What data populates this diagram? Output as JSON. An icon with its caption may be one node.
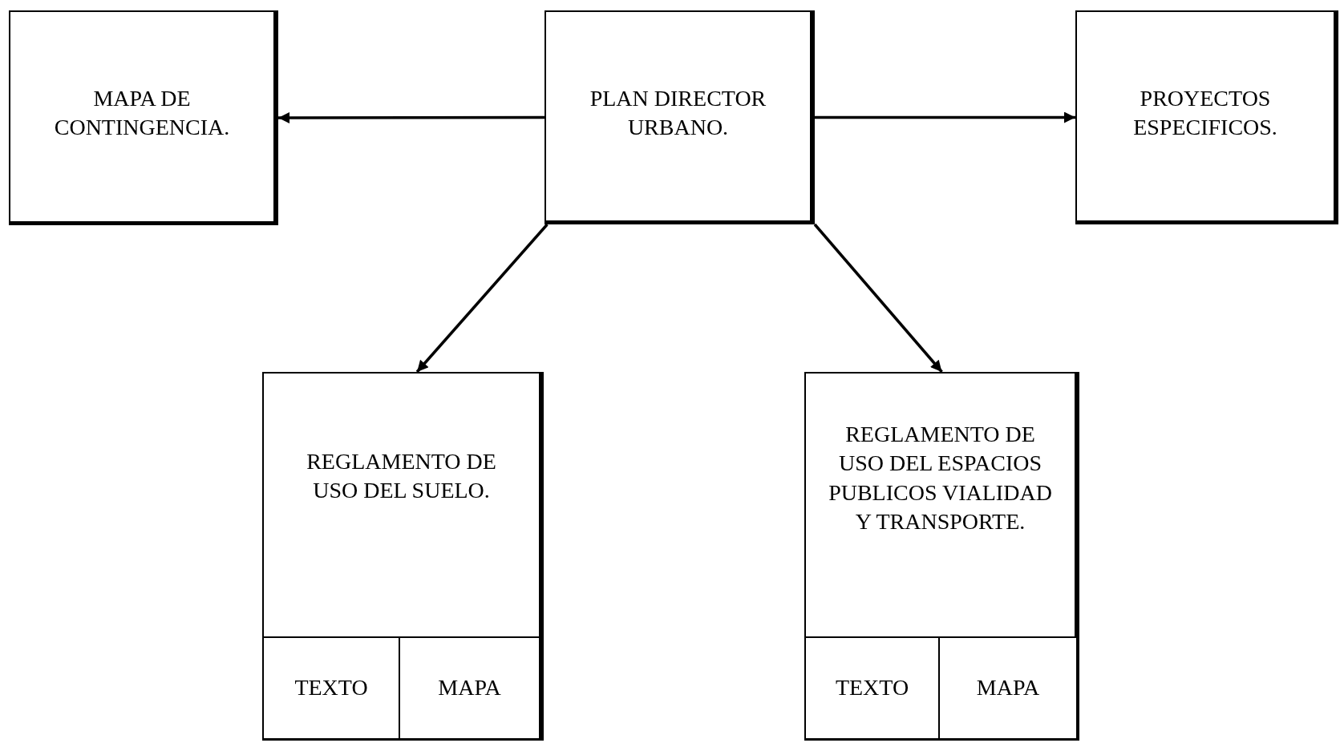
{
  "diagram": {
    "nodes": [
      {
        "text": [
          "MAPA DE CONTINGENCIA."
        ]
      },
      {
        "text": [
          "PLAN DIRECTOR URBANO."
        ]
      },
      {
        "text": [
          "PROYECTOS ESPECIFICOS."
        ]
      },
      {
        "text": [
          "REGLAMENTO DE USO DEL SUELO."
        ]
      },
      {
        "text": [
          "TEXTO"
        ],
        "in": 3
      },
      {
        "text": [
          "MAPA"
        ],
        "in": 3
      },
      {
        "text": [
          "REGLAMENTO DE USO DEL ESPACIOS PUBLICOS VIALIDAD Y TRANSPORTE."
        ]
      },
      {
        "text": [
          "TEXTO"
        ],
        "in": 6
      },
      {
        "text": [
          "MAPA"
        ],
        "in": 6
      }
    ],
    "edges": [
      {
        "from": 1,
        "to": 0,
        "arrow": "to"
      },
      {
        "from": 1,
        "to": 2,
        "arrow": "to"
      },
      {
        "from": 1,
        "to": 3,
        "arrow": "to"
      },
      {
        "from": 1,
        "to": 6,
        "arrow": "to"
      }
    ]
  }
}
